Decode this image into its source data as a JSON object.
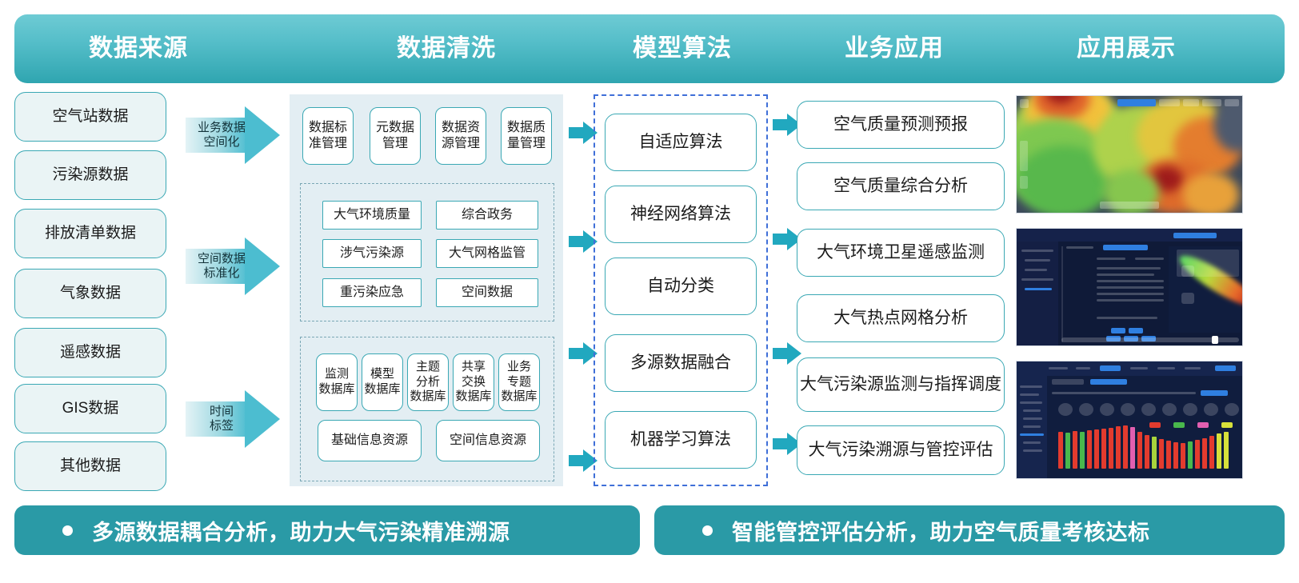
{
  "header": {
    "columns": [
      {
        "label": "数据来源"
      },
      {
        "label": "数据清洗"
      },
      {
        "label": "模型算法"
      },
      {
        "label": "业务应用"
      },
      {
        "label": "应用展示"
      }
    ]
  },
  "data_sources": {
    "items": [
      {
        "label": "空气站数据"
      },
      {
        "label": "污染源数据"
      },
      {
        "label": "排放清单数据"
      },
      {
        "label": "气象数据"
      },
      {
        "label": "遥感数据"
      },
      {
        "label": "GIS数据"
      },
      {
        "label": "其他数据"
      }
    ]
  },
  "transform_arrows": [
    {
      "line1": "业务数据",
      "line2": "空间化"
    },
    {
      "line1": "空间数据",
      "line2": "标准化"
    },
    {
      "line1": "时间",
      "line2": "标签"
    }
  ],
  "data_cleaning": {
    "governance": [
      {
        "line1": "数据标",
        "line2": "准管理"
      },
      {
        "line1": "元数据",
        "line2": "管理"
      },
      {
        "line1": "数据资",
        "line2": "源管理"
      },
      {
        "line1": "数据质",
        "line2": "量管理"
      }
    ],
    "themes": [
      {
        "label": "大气环境质量"
      },
      {
        "label": "综合政务"
      },
      {
        "label": "涉气污染源"
      },
      {
        "label": "大气网格监管"
      },
      {
        "label": "重污染应急"
      },
      {
        "label": "空间数据"
      }
    ],
    "databases": [
      {
        "line1": "监测",
        "line2": "数据库",
        "line3": ""
      },
      {
        "line1": "模型",
        "line2": "数据库",
        "line3": ""
      },
      {
        "line1": "主题",
        "line2": "分析",
        "line3": "数据库"
      },
      {
        "line1": "共享",
        "line2": "交换",
        "line3": "数据库"
      },
      {
        "line1": "业务",
        "line2": "专题",
        "line3": "数据库"
      }
    ],
    "resources": [
      {
        "label": "基础信息资源"
      },
      {
        "label": "空间信息资源"
      }
    ]
  },
  "model_algorithms": {
    "items": [
      {
        "label": "自适应算法"
      },
      {
        "label": "神经网络算法"
      },
      {
        "label": "自动分类"
      },
      {
        "label": "多源数据融合"
      },
      {
        "label": "机器学习算法"
      }
    ]
  },
  "business_applications": {
    "items": [
      {
        "label": "空气质量预测预报"
      },
      {
        "label": "空气质量综合分析"
      },
      {
        "label": "大气环境卫星遥感监测"
      },
      {
        "label": "大气热点网格分析"
      },
      {
        "label": "大气污染源监测与指挥调度"
      },
      {
        "label": "大气污染溯源与管控评估"
      }
    ]
  },
  "application_showcase": {
    "screenshots": [
      {
        "name": "air-quality-heatmap-map"
      },
      {
        "name": "satellite-plume-dashboard"
      },
      {
        "name": "pollution-bar-chart-dashboard"
      }
    ]
  },
  "footer": {
    "banners": [
      {
        "label": "多源数据耦合分析，助力大气污染精准溯源"
      },
      {
        "label": "智能管控评估分析，助力空气质量考核达标"
      }
    ]
  },
  "colors": {
    "header_gradient_start": "#6ecbd4",
    "header_gradient_end": "#2fa5b0",
    "card_border": "#3aa8b4",
    "source_card_bg": "#eaf4f5",
    "clean_panel_bg": "#e3eef3",
    "dashed_teal": "#7aa7b5",
    "dashed_blue": "#3f6fd8",
    "arrow_solid": "#21a8bf",
    "banner_bg": "#2a9aa6"
  }
}
